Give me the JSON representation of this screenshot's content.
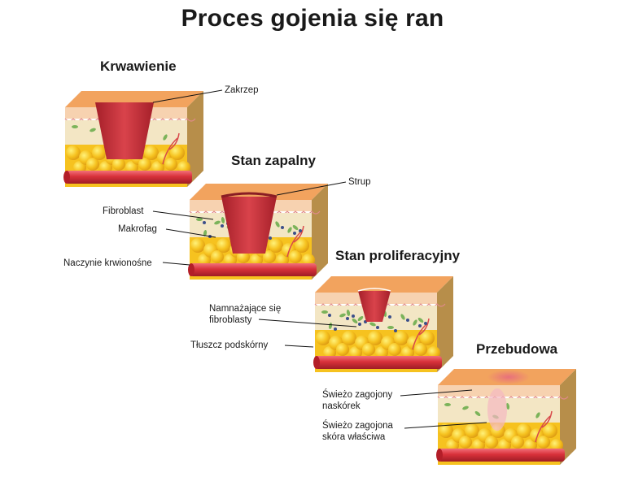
{
  "title": "Proces gojenia się ran",
  "stages": [
    {
      "name": "Krwawienie"
    },
    {
      "name": "Stan zapalny"
    },
    {
      "name": "Stan proliferacyjny"
    },
    {
      "name": "Przebudowa"
    }
  ],
  "labels": {
    "zakrzep": "Zakrzep",
    "strup": "Strup",
    "fibroblast": "Fibroblast",
    "makrofag": "Makrofag",
    "naczynie": "Naczynie krwionośne",
    "namnazajace_1": "Namnażające się",
    "namnazajace_2": "fibroblasty",
    "tluszcz": "Tłuszcz podskórny",
    "swiezo_naskorek_1": "Świeżo zagojony",
    "swiezo_naskorek_2": "naskórek",
    "swiezo_skora_1": "Świeżo zagojona",
    "swiezo_skora_2": "skóra właściwa"
  },
  "colors": {
    "skin_top": "#f2a35e",
    "epidermis": "#f7d2b0",
    "dermis": "#f3e6c4",
    "fat": "#f6c21f",
    "fat_shadow": "#dc9a12",
    "blood_vessel": "#d8313a",
    "wound": "#c7313b",
    "side_shade": "#b78e4a"
  }
}
